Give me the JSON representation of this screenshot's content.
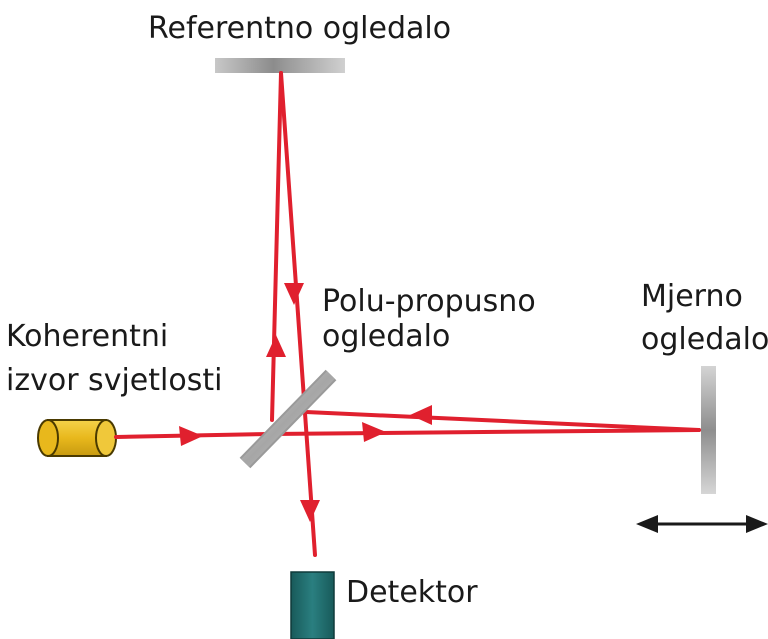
{
  "labels": {
    "reference_mirror": "Referentno ogledalo",
    "beam_splitter_line1": "Polu-propusno",
    "beam_splitter_line2": "ogledalo",
    "measuring_mirror_line1": "Mjerno",
    "measuring_mirror_line2": "ogledalo",
    "source_line1": "Koherentni",
    "source_line2": "izvor svjetlosti",
    "detector": "Detektor"
  },
  "colors": {
    "beam": "#e0202e",
    "source_body": "#e8b81c",
    "detector_body": "#1f6e6e",
    "mirror": "#b0b0b0",
    "text": "#1a1a1a"
  }
}
